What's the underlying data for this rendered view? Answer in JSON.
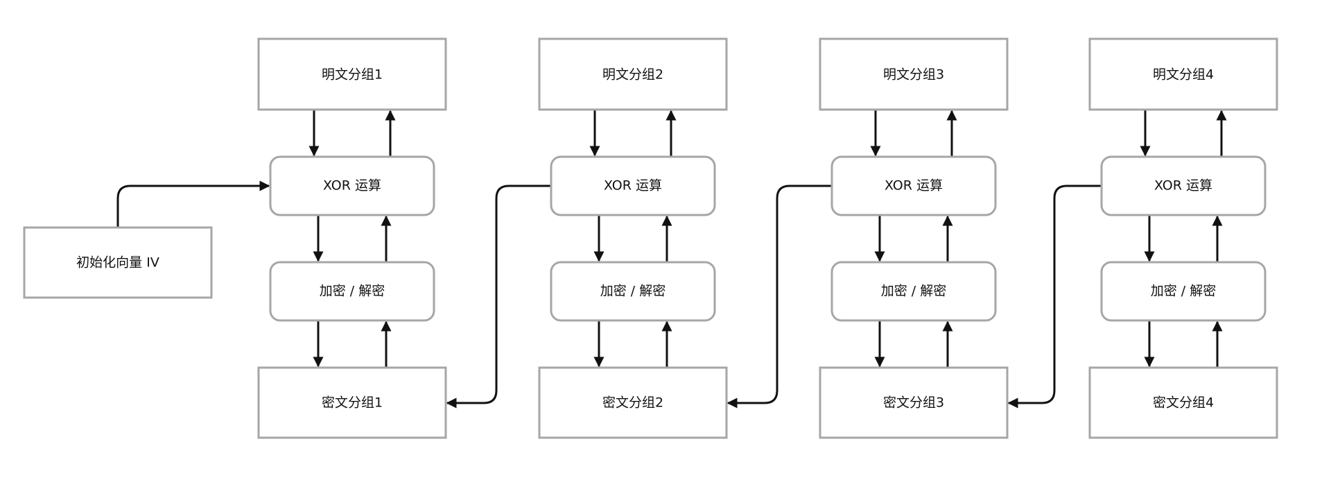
{
  "iv": {
    "label": "初始化向量 IV"
  },
  "columns": [
    {
      "plaintext": "明文分组1",
      "xor": "XOR 运算",
      "cipher_op": "加密 / 解密",
      "ciphertext": "密文分组1"
    },
    {
      "plaintext": "明文分组2",
      "xor": "XOR 运算",
      "cipher_op": "加密 / 解密",
      "ciphertext": "密文分组2"
    },
    {
      "plaintext": "明文分组3",
      "xor": "XOR 运算",
      "cipher_op": "加密 / 解密",
      "ciphertext": "密文分组3"
    },
    {
      "plaintext": "明文分组4",
      "xor": "XOR 运算",
      "cipher_op": "加密 / 解密",
      "ciphertext": "密文分组4"
    }
  ]
}
